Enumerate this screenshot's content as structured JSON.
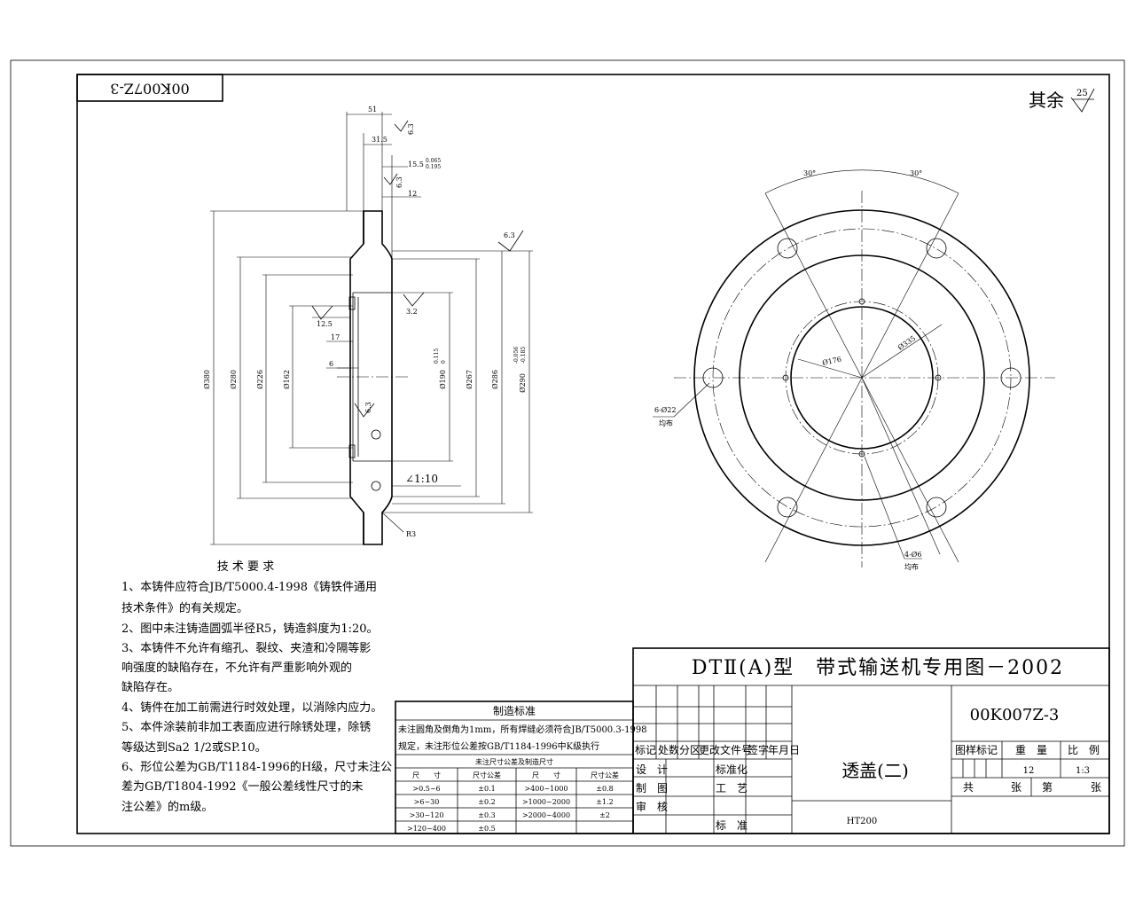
{
  "drawing_number": "00K007Z-3",
  "rotated_number": "00K007Z-3",
  "roughness_rest_label": "其余",
  "roughness_rest_value": "25",
  "section_view": {
    "top_dims": [
      "51",
      "31.5",
      "15.5",
      "12"
    ],
    "tol_15_5_upper": "0.065",
    "tol_15_5_lower": "0.195",
    "roughness": [
      "6.3",
      "6.3",
      "6.3",
      "3.2",
      "12.5",
      "6.3"
    ],
    "small_dims": [
      "17",
      "6"
    ],
    "left_dims": [
      "Ø380",
      "Ø280",
      "Ø226",
      "Ø162"
    ],
    "right_dims": [
      "Ø190",
      "Ø267",
      "Ø286",
      "Ø290"
    ],
    "tol_190_upper": "0.115",
    "tol_190_lower": "0",
    "tol_290_upper": "-0.056",
    "tol_290_lower": "-0.185",
    "taper": "∠1:10",
    "radius": "R3"
  },
  "front_view": {
    "angle_left": "30°",
    "angle_right": "30°",
    "dia_inner": "Ø176",
    "dia_pcd": "Ø335",
    "holes_label": "6-Ø22",
    "holes_note": "均布",
    "small_holes_label": "4-Ø6",
    "small_holes_note": "均布"
  },
  "requirements": {
    "title": "技 术 要 求",
    "lines": [
      "1、本铸件应符合JB/T5000.4-1998《铸铁件通用",
      "    技术条件》的有关规定。",
      "2、图中未注铸造圆弧半径R5，铸造斜度为1:20。",
      "3、本铸件不允许有缩孔、裂纹、夹渣和冷隔等影",
      "    响强度的缺陷存在，不允许有严重影响外观的",
      "    缺陷存在。",
      "4、铸件在加工前需进行时效处理，以消除内应力。",
      "5、本件涂装前非加工表面应进行除锈处理，除锈",
      "    等级达到Sa2 1/2或SP.10。",
      "6、形位公差为GB/T1184-1996的H级，尺寸未注公",
      "    差为GB/T1804-1992《一般公差线性尺寸的未",
      "    注公差》的m级。"
    ]
  },
  "mfg_standard": {
    "title": "制造标准",
    "note_line1": "未注圆角及倒角为1mm，所有焊缝必须符合JB/T5000.3-1998",
    "note_line2": "规定，未注形位公差按GB/T1184-1996中K级执行",
    "table_title": "未注尺寸公差及制造尺寸",
    "headers": [
      "尺　　寸",
      "尺寸公差",
      "尺　　寸",
      "尺寸公差"
    ],
    "rows": [
      [
        ">0.5~6",
        "±0.1",
        ">400~1000",
        "±0.8"
      ],
      [
        ">6~30",
        "±0.2",
        ">1000~2000",
        "±1.2"
      ],
      [
        ">30~120",
        "±0.3",
        ">2000~4000",
        "±2"
      ],
      [
        ">120~400",
        "±0.5",
        "",
        ""
      ]
    ]
  },
  "title_block": {
    "series_title": "DTⅡ(A)型　带式输送机专用图－2002",
    "drawing_no": "00K007Z-3",
    "part_name": "透盖(二)",
    "material": "HT200",
    "rev_headers": [
      "标记",
      "处数",
      "分区",
      "更改文件号",
      "签字",
      "年月日"
    ],
    "roles_left": [
      "设　计",
      "制　图",
      "审　核"
    ],
    "roles_right": [
      "标准化",
      "工　艺",
      "",
      "标　准"
    ],
    "col_labels": [
      "图样标记",
      "重　量",
      "比　例"
    ],
    "weight": "12",
    "scale": "1:3",
    "sheets": [
      "共",
      "张",
      "第",
      "张"
    ]
  }
}
